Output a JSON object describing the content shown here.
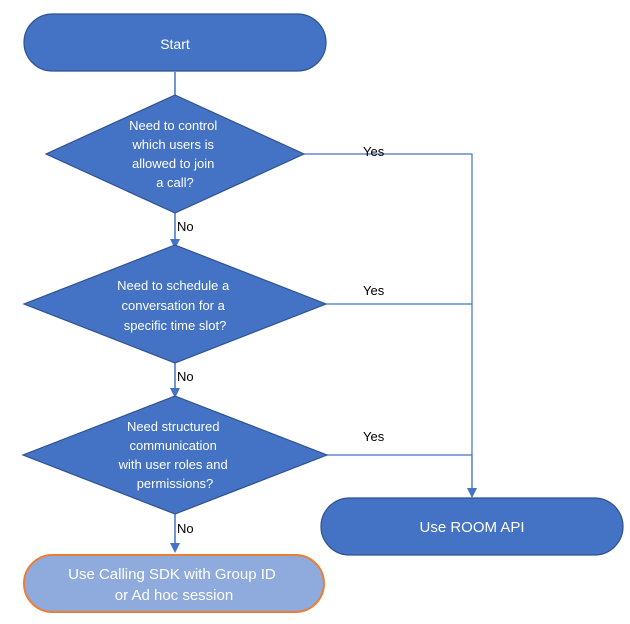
{
  "colors": {
    "node_fill": "#4472c4",
    "node_stroke": "#2f528f",
    "alt_fill": "#8faadc",
    "alt_stroke": "#ed7d31",
    "edge": "#4472c4",
    "edge_text": "#000000"
  },
  "nodes": {
    "start": {
      "label": "Start"
    },
    "decision1": {
      "lines": [
        "Need to control",
        "which users is",
        "allowed to join",
        "a call?"
      ]
    },
    "decision2": {
      "lines": [
        "Need to schedule a",
        "conversation for a",
        "specific time slot?"
      ]
    },
    "decision3": {
      "lines": [
        "Need structured",
        "communication",
        "with user roles and",
        "permissions?"
      ]
    },
    "room_api": {
      "label": "Use ROOM API"
    },
    "calling_sdk": {
      "lines": [
        "Use Calling SDK with Group ID",
        "or Ad hoc session"
      ]
    }
  },
  "edges": {
    "yes1": "Yes",
    "no1": "No",
    "yes2": "Yes",
    "no2": "No",
    "yes3": "Yes",
    "no3": "No"
  }
}
